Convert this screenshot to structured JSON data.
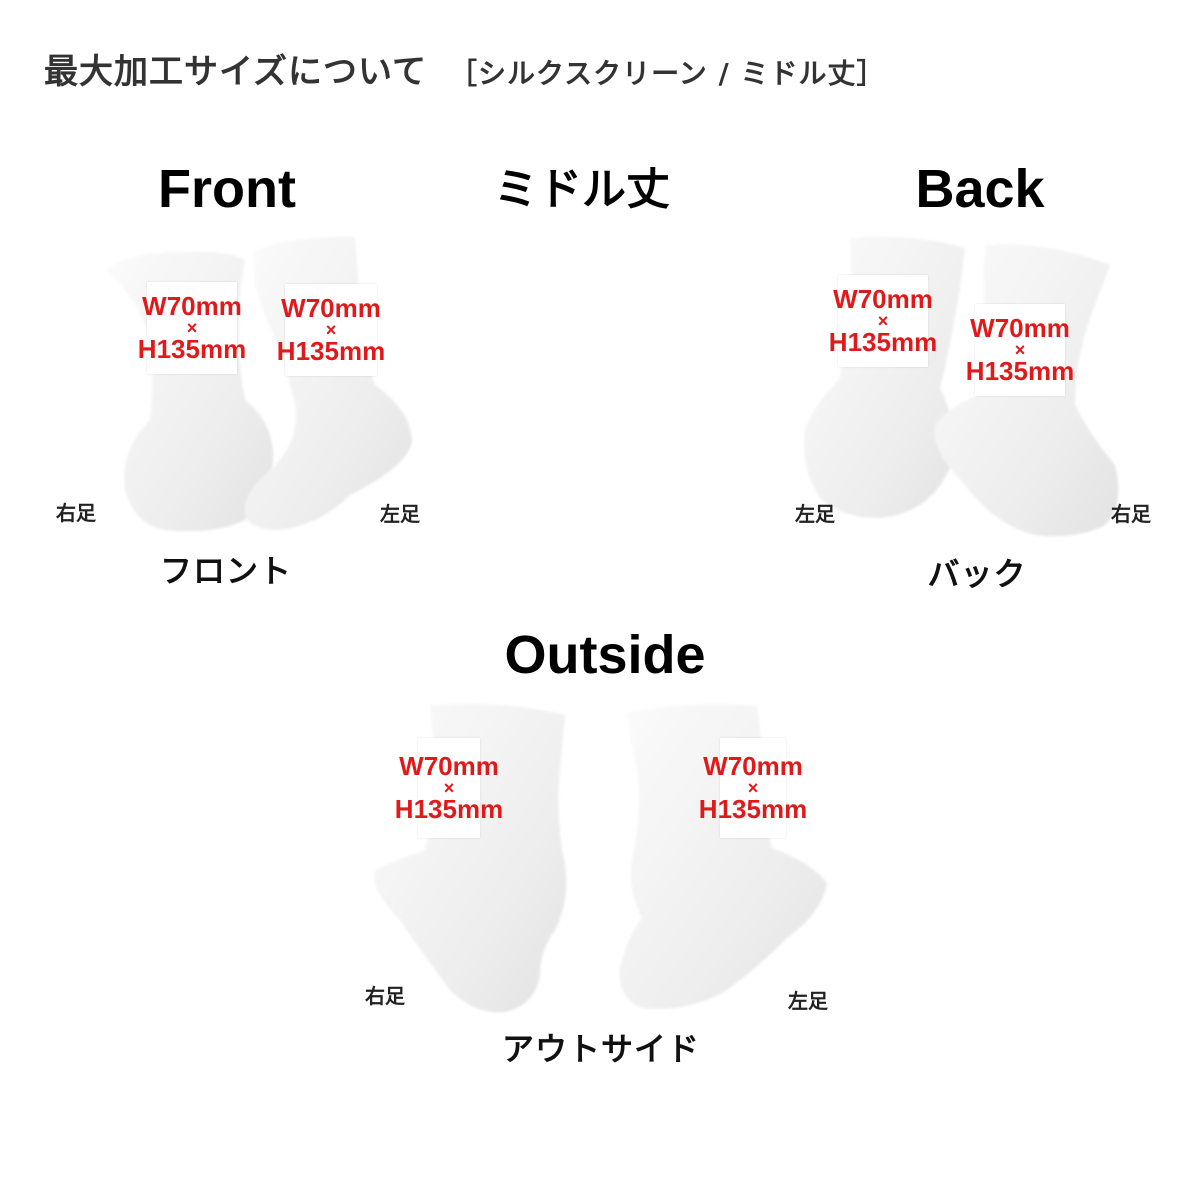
{
  "header": {
    "title": "最大加工サイズについて",
    "subtitle": "［シルクスクリーン / ミドル丈］"
  },
  "center_title": "ミドル丈",
  "views": {
    "front": {
      "title": "Front",
      "caption": "フロント",
      "left_foot": "右足",
      "right_foot": "左足",
      "areas": [
        {
          "w": "W70mm",
          "x": "×",
          "h": "H135mm"
        },
        {
          "w": "W70mm",
          "x": "×",
          "h": "H135mm"
        }
      ]
    },
    "back": {
      "title": "Back",
      "caption": "バック",
      "left_foot": "左足",
      "right_foot": "右足",
      "areas": [
        {
          "w": "W70mm",
          "x": "×",
          "h": "H135mm"
        },
        {
          "w": "W70mm",
          "x": "×",
          "h": "H135mm"
        }
      ]
    },
    "outside": {
      "title": "Outside",
      "caption": "アウトサイド",
      "left_foot": "右足",
      "right_foot": "左足",
      "areas": [
        {
          "w": "W70mm",
          "x": "×",
          "h": "H135mm"
        },
        {
          "w": "W70mm",
          "x": "×",
          "h": "H135mm"
        }
      ]
    }
  },
  "colors": {
    "print_label": "#e01a1a",
    "sock": "#f2f2f2"
  }
}
